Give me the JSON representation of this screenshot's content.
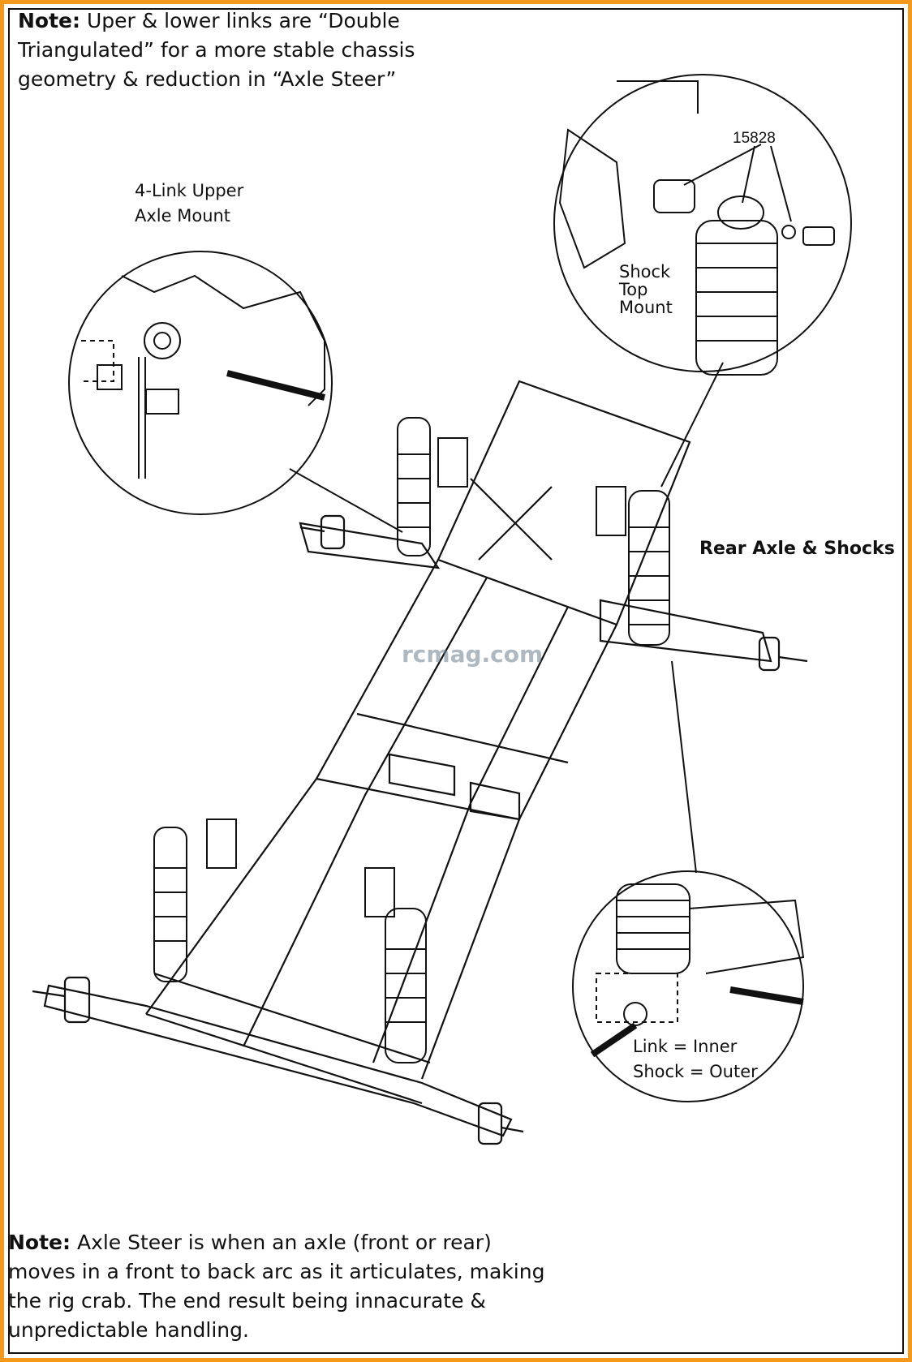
{
  "notes": {
    "top_prefix": "Note:",
    "top_text": " Uper & lower links are “Double Triangulated” for a more stable chassis geometry & reduction in “Axle Steer”",
    "bottom_prefix": "Note:",
    "bottom_text": " Axle Steer is when an axle (front or rear) moves in a front to back arc as it articulates, making the rig crab. The end result being innacurate & unpredictable handling."
  },
  "callouts": {
    "upper_mount": "4-Link Upper Axle Mount",
    "shock_top": "Shock Top Mount",
    "part_number": "15828",
    "link_shock": "Link = Inner Shock = Outer",
    "rear_axle": "Rear Axle & Shocks"
  },
  "watermark": "rcmag.com",
  "colors": {
    "frame": "#f39a1e",
    "ink": "#111111"
  }
}
